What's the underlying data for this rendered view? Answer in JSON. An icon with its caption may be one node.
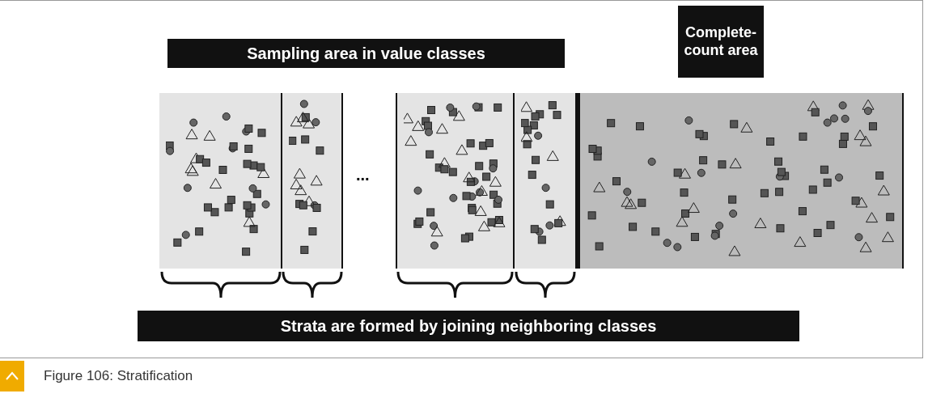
{
  "diagram": {
    "caption": "Figure 106: Stratification",
    "nodes": [
      {
        "text": [
          "Sampling area in value classes"
        ]
      },
      {
        "text": [
          "Complete-count area"
        ]
      },
      {
        "text": [],
        "shape": "box"
      },
      {
        "text": [],
        "shape": "box"
      },
      {
        "text": [],
        "shape": "box"
      },
      {
        "text": [],
        "shape": "box"
      },
      {
        "text": [],
        "shape": "box"
      },
      {
        "text": [
          "Strata are formed by joining neighboring classes"
        ]
      }
    ],
    "edges": [],
    "labels": [
      "..."
    ]
  }
}
